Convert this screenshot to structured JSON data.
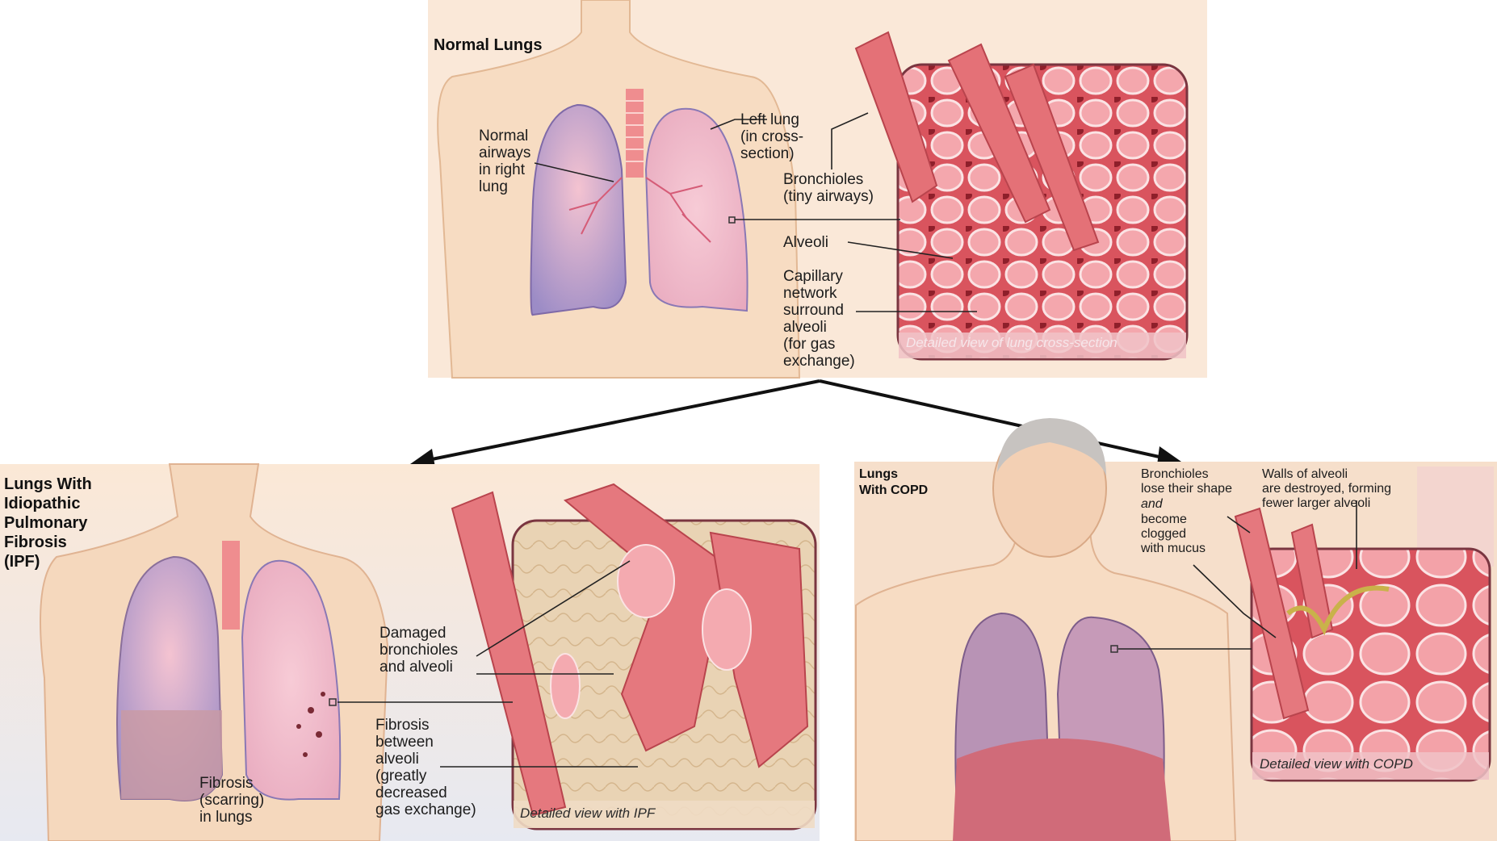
{
  "normal": {
    "title": "Normal Lungs",
    "labels": {
      "normal_airways": "Normal\nairways\nin right\nlung",
      "left_lung": "Left lung\n(in cross-\nsection)",
      "bronchioles": "Bronchioles\n(tiny airways)",
      "alveoli": "Alveoli",
      "capillary": "Capillary\nnetwork\nsurround\nalveoli\n(for gas\nexchange)"
    },
    "caption": "Detailed view of lung cross-section"
  },
  "ipf": {
    "title": "Lungs With\nIdiopathic\nPulmonary\nFibrosis\n(IPF)",
    "labels": {
      "damaged": "Damaged\nbronchioles\nand alveoli",
      "fibrosis_between": "Fibrosis\nbetween\nalveoli\n(greatly\ndecreased\ngas exchange)",
      "fibrosis_scarring": "Fibrosis\n(scarring)\nin lungs"
    },
    "caption": "Detailed view with IPF"
  },
  "copd": {
    "title": "Lungs\nWith COPD",
    "labels": {
      "bronchioles_a": "Bronchioles\nlose their shape",
      "bronchioles_and": "and",
      "bronchioles_b": "become\nclogged\nwith mucus",
      "walls": "Walls of alveoli\nare destroyed, forming\nfewer larger alveoli"
    },
    "caption": "Detailed view with COPD"
  },
  "colors": {
    "skin": "#f6dcc2",
    "lung_pink": "#f2b7c6",
    "lung_purple": "#9d8fc6",
    "tissue": "#e8737a",
    "fibrosis": "#e6cfae",
    "detail_border": "#7a3540"
  }
}
